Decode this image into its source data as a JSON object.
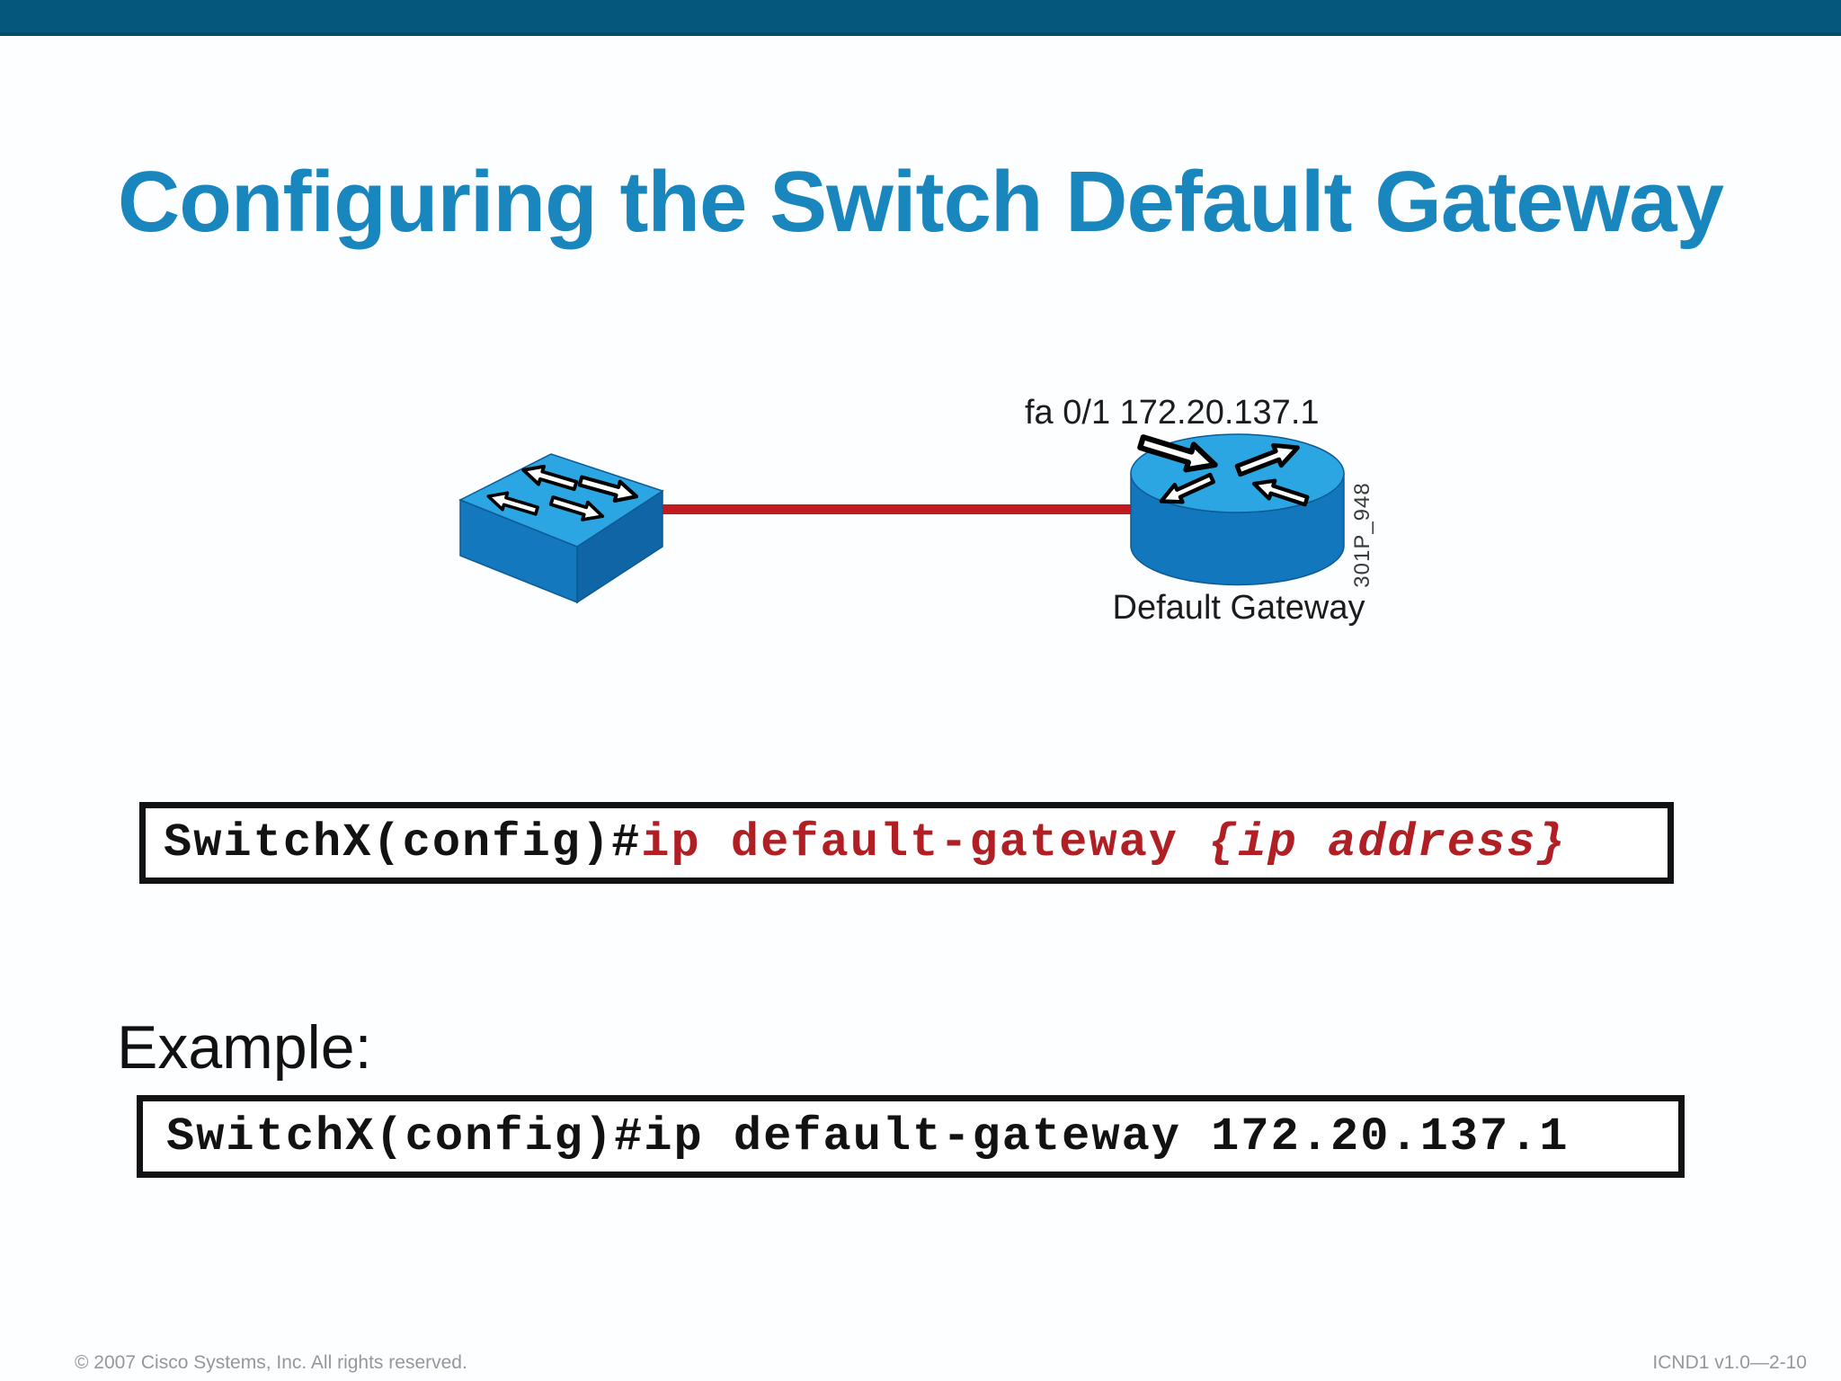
{
  "slide": {
    "title": "Configuring the Switch Default Gateway",
    "footer_left": "© 2007 Cisco Systems, Inc. All rights reserved.",
    "footer_right": "ICND1 v1.0—2-10"
  },
  "diagram": {
    "interface_label": "fa 0/1 172.20.137.1",
    "router_label": "Default Gateway",
    "figure_id": "301P_948",
    "switch_icon": "cisco-workgroup-switch",
    "router_icon": "cisco-router",
    "link_color": "#C01C20"
  },
  "syntax": {
    "prompt": "SwitchX(config)#",
    "command": "ip default-gateway ",
    "argument": "{ip address}"
  },
  "example": {
    "label": "Example:",
    "prompt": "SwitchX(config)#",
    "command": "ip default-gateway 172.20.137.1"
  },
  "colors": {
    "top_bar": "#05587C",
    "title_blue": "#1986BD",
    "command_red": "#B01F24",
    "link_red": "#C01C20",
    "icon_top_blue": "#2CA6E2",
    "icon_side_blue": "#1377BD",
    "footer_gray": "#97979B"
  }
}
